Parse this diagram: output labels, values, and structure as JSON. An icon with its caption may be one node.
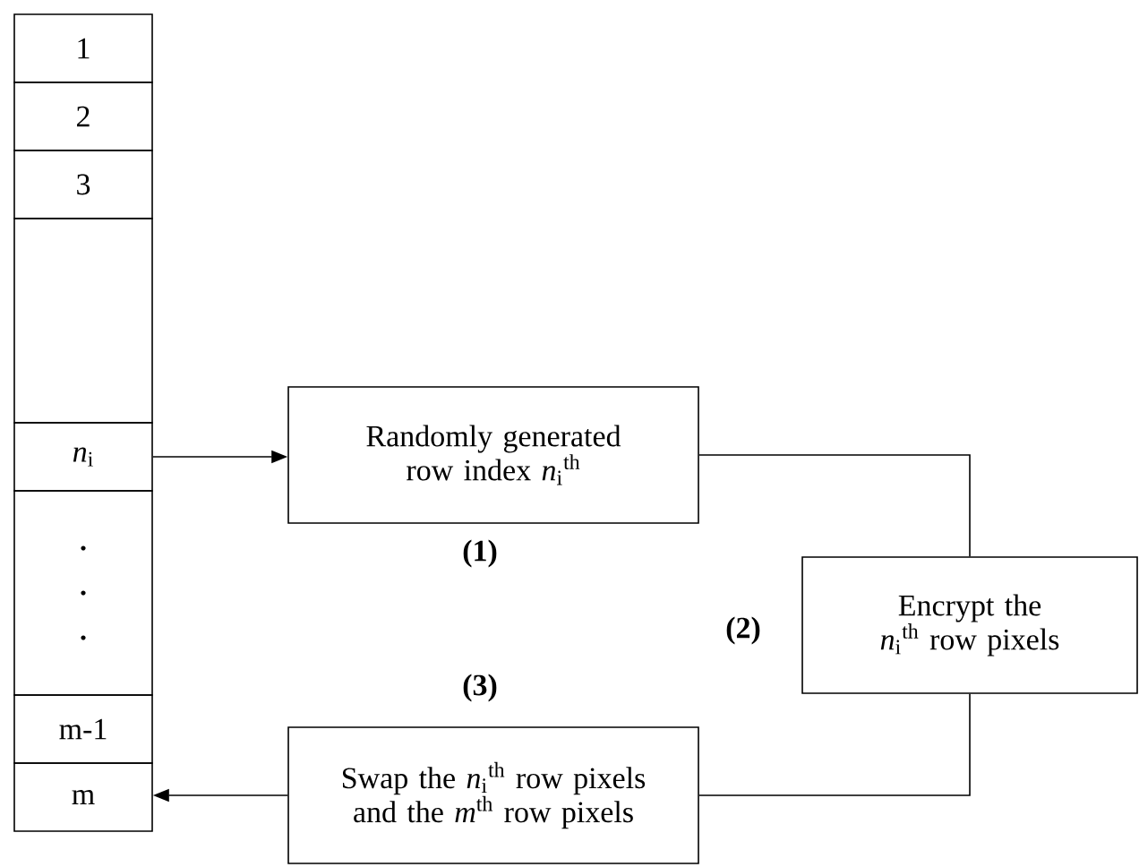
{
  "diagram": {
    "nodes": [
      {
        "text": [
          "1"
        ]
      },
      {
        "text": [
          "2"
        ]
      },
      {
        "text": [
          "3"
        ]
      },
      {
        "text": [],
        "shape": "box"
      },
      {
        "text": [
          "*n*$_{i}$"
        ]
      },
      {
        "text": [],
        "shape": "box"
      },
      {
        "text": [
          "m-1"
        ]
      },
      {
        "text": [
          "m"
        ]
      },
      {
        "text": [
          "Randomly generated row index *n*$_{i}$$^{th}$"
        ]
      },
      {
        "text": [
          "Encrypt the *n*$_{i}$$^{th}$ row pixels"
        ]
      },
      {
        "text": [
          "Swap the *n*$_{i}$$^{th}$ row pixels and the *m*$^{th}$ row pixels"
        ]
      }
    ],
    "edges": [
      {
        "from": 4,
        "to": 8,
        "arrow": "to"
      },
      {
        "from": 8,
        "to": 9,
        "arrow": "none"
      },
      {
        "from": 9,
        "to": 10,
        "arrow": "none"
      },
      {
        "from": 10,
        "to": 7,
        "arrow": "to"
      }
    ],
    "labels": [
      "(1)",
      "(2)",
      "(3)"
    ]
  }
}
